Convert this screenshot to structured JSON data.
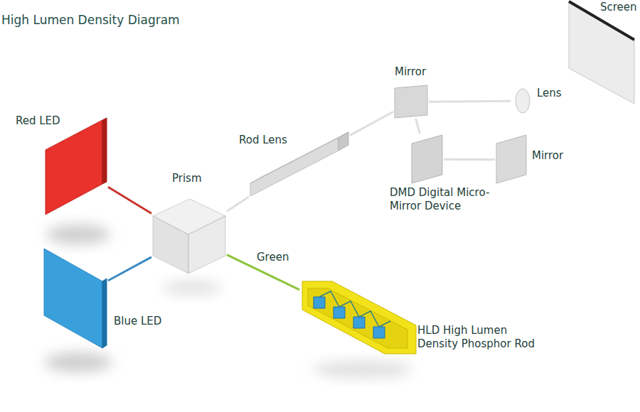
{
  "diagram": {
    "title": "High Lumen Density Diagram",
    "nodes": [
      {
        "text": [
          "Screen"
        ]
      },
      {
        "text": [
          "Mirror"
        ]
      },
      {
        "text": [
          "Lens"
        ]
      },
      {
        "text": [
          "Red LED"
        ]
      },
      {
        "text": [
          "Rod Lens"
        ]
      },
      {
        "text": [
          "Mirror"
        ]
      },
      {
        "text": [
          "Prism"
        ]
      },
      {
        "text": [
          "DMD Digital Micro-Mirror Device"
        ]
      },
      {
        "text": [
          "Blue LED"
        ]
      },
      {
        "text": [
          "HLD High Lumen Density Phosphor Rod"
        ]
      }
    ],
    "edges": [
      {
        "from": 3,
        "to": 6,
        "arrow": "none"
      },
      {
        "from": 8,
        "to": 6,
        "arrow": "none"
      },
      {
        "from": 9,
        "to": 6,
        "arrow": "none",
        "label": "Green"
      },
      {
        "from": 6,
        "to": 4,
        "arrow": "none"
      },
      {
        "from": 4,
        "to": 1,
        "arrow": "none"
      },
      {
        "from": 1,
        "to": 7,
        "arrow": "none"
      },
      {
        "from": 7,
        "to": 5,
        "arrow": "none"
      },
      {
        "from": 1,
        "to": 2,
        "arrow": "none"
      }
    ]
  }
}
